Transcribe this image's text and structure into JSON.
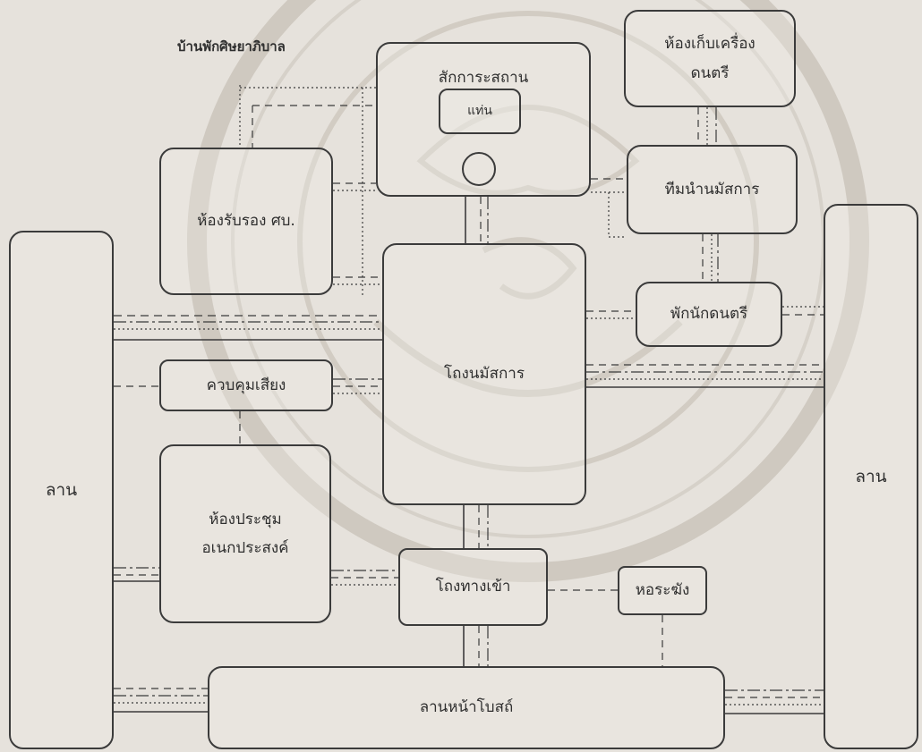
{
  "diagram": {
    "title": "บ้านพักศิษยาภิบาล",
    "nodes": {
      "sanctuary": "สักการะสถาน",
      "altar": "แท่น",
      "instrument_storage": [
        "ห้องเก็บเครื่อง",
        "ดนตรี"
      ],
      "worship_team": "ทีมนำนมัสการ",
      "reception": "ห้องรับรอง ศบ.",
      "worship_hall": "โถงนมัสการ",
      "musicians_rest": "พักนักดนตรี",
      "sound_control": "ควบคุมเสียง",
      "multipurpose": [
        "ห้องประชุม",
        "อเนกประสงค์"
      ],
      "entrance_hall": "โถงทางเข้า",
      "watchtower": "หอระฆัง",
      "front_courtyard": "ลานหน้าโบสถ์",
      "courtyard_left": "ลาน",
      "courtyard_right": "ลาน"
    }
  },
  "colors": {
    "background": "#e6e2dc",
    "line": "#3b3b3b",
    "watermark": "#cfc9c0"
  }
}
